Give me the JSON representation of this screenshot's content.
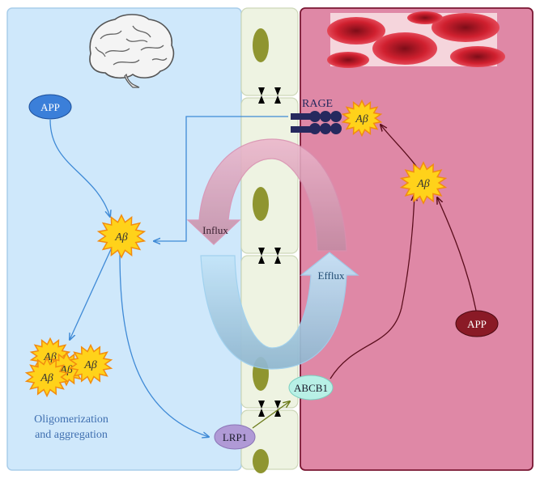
{
  "colors": {
    "brain_side": "#cfe8fb",
    "blood_side": "#df88a6",
    "barrier": "#eef3e2",
    "cell_nucleus": "#8f9530",
    "abeta_fill": "#ffd21a",
    "abeta_stroke": "#f28c0f",
    "app_brain": "#3b7fd9",
    "app_blood": "#8a1a26",
    "rage": "#26295e",
    "lrp1": "#b09ad6",
    "abcb1": "#b8f0e6",
    "influx_arrow": "#e8a3c0",
    "efflux_arrow": "#a8d8f5",
    "brain_arrows": "#3f8ad6",
    "blood_arrows": "#5a0d1c"
  },
  "icons": {
    "brain": "brain-icon",
    "blood_cells": "red-blood-cells-icon"
  },
  "labels": {
    "app_brain": "APP",
    "app_blood": "APP",
    "rage": "RAGE",
    "lrp1": "LRP1",
    "abcb1": "ABCB1",
    "influx": "Influx",
    "efflux": "Efflux",
    "abeta": "Aβ",
    "oligomerization_line1": "Oligomerization",
    "oligomerization_line2": "and aggregation"
  }
}
